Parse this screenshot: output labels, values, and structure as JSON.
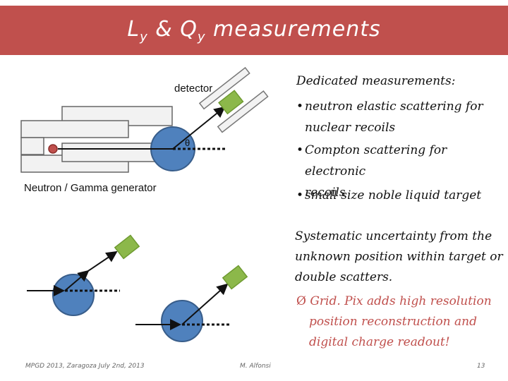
{
  "slide": {
    "title_main_1": "L",
    "title_sub_1": "y",
    "title_amp": " & Q",
    "title_sub_2": "y",
    "title_rest": " measurements",
    "header_color": "#c0504d"
  },
  "diagram": {
    "detector_label": "detector",
    "theta_label": "θ",
    "generator_label": "Neutron / Gamma generator",
    "target_color": "#4f81bd",
    "detector_color": "#8cb84a",
    "source_color": "#c0504d"
  },
  "right": {
    "heading": "Dedicated measurements:",
    "bullets": [
      {
        "line1": "neutron elastic scattering for",
        "line2": "nuclear recoils"
      },
      {
        "line1": "Compton scattering for electronic",
        "line2": "recoils"
      },
      {
        "line1": "small size noble liquid target",
        "line2": ""
      }
    ],
    "systematic": [
      "Systematic uncertainty from the",
      "unknown position within target or",
      "double scatters."
    ],
    "gridpix": [
      "Grid. Pix adds high resolution",
      "position reconstruction and",
      "digital charge readout!"
    ],
    "arrow_glyph": "Ø"
  },
  "footer": {
    "event": "MPGD 2013, Zaragoza July 2nd, 2013",
    "author": "M. Alfonsi",
    "page": "13"
  }
}
